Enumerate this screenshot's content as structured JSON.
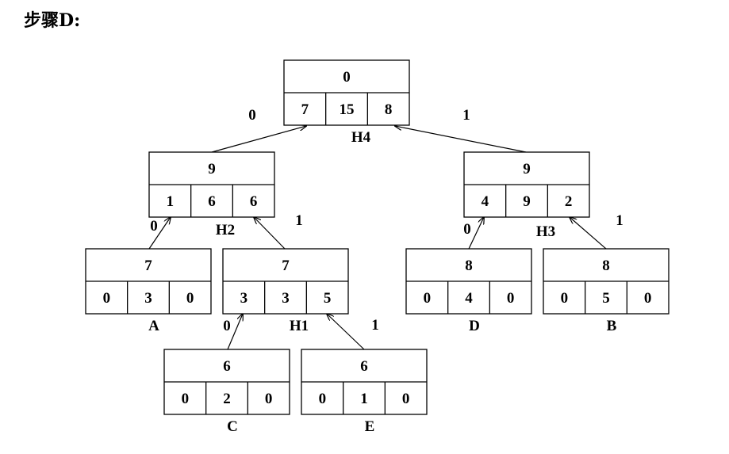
{
  "title": "步骤D:",
  "nodes": [
    {
      "id": "H4",
      "label": "H4",
      "top": "0",
      "cells": [
        "7",
        "15",
        "8"
      ]
    },
    {
      "id": "H2",
      "label": "H2",
      "top": "9",
      "cells": [
        "1",
        "6",
        "6"
      ]
    },
    {
      "id": "H3",
      "label": "H3",
      "top": "9",
      "cells": [
        "4",
        "9",
        "2"
      ]
    },
    {
      "id": "A",
      "label": "A",
      "top": "7",
      "cells": [
        "0",
        "3",
        "0"
      ]
    },
    {
      "id": "H1",
      "label": "H1",
      "top": "7",
      "cells": [
        "3",
        "3",
        "5"
      ]
    },
    {
      "id": "D",
      "label": "D",
      "top": "8",
      "cells": [
        "0",
        "4",
        "0"
      ]
    },
    {
      "id": "B",
      "label": "B",
      "top": "8",
      "cells": [
        "0",
        "5",
        "0"
      ]
    },
    {
      "id": "C",
      "label": "C",
      "top": "6",
      "cells": [
        "0",
        "2",
        "0"
      ]
    },
    {
      "id": "E",
      "label": "E",
      "top": "6",
      "cells": [
        "0",
        "1",
        "0"
      ]
    }
  ],
  "edges": [
    {
      "from": "H2",
      "to": "H4",
      "bit": "0"
    },
    {
      "from": "H3",
      "to": "H4",
      "bit": "1"
    },
    {
      "from": "A",
      "to": "H2",
      "bit": "0"
    },
    {
      "from": "H1",
      "to": "H2",
      "bit": "1"
    },
    {
      "from": "D",
      "to": "H3",
      "bit": "0"
    },
    {
      "from": "B",
      "to": "H3",
      "bit": "1"
    },
    {
      "from": "C",
      "to": "H1",
      "bit": "0"
    },
    {
      "from": "E",
      "to": "H1",
      "bit": "1"
    }
  ]
}
